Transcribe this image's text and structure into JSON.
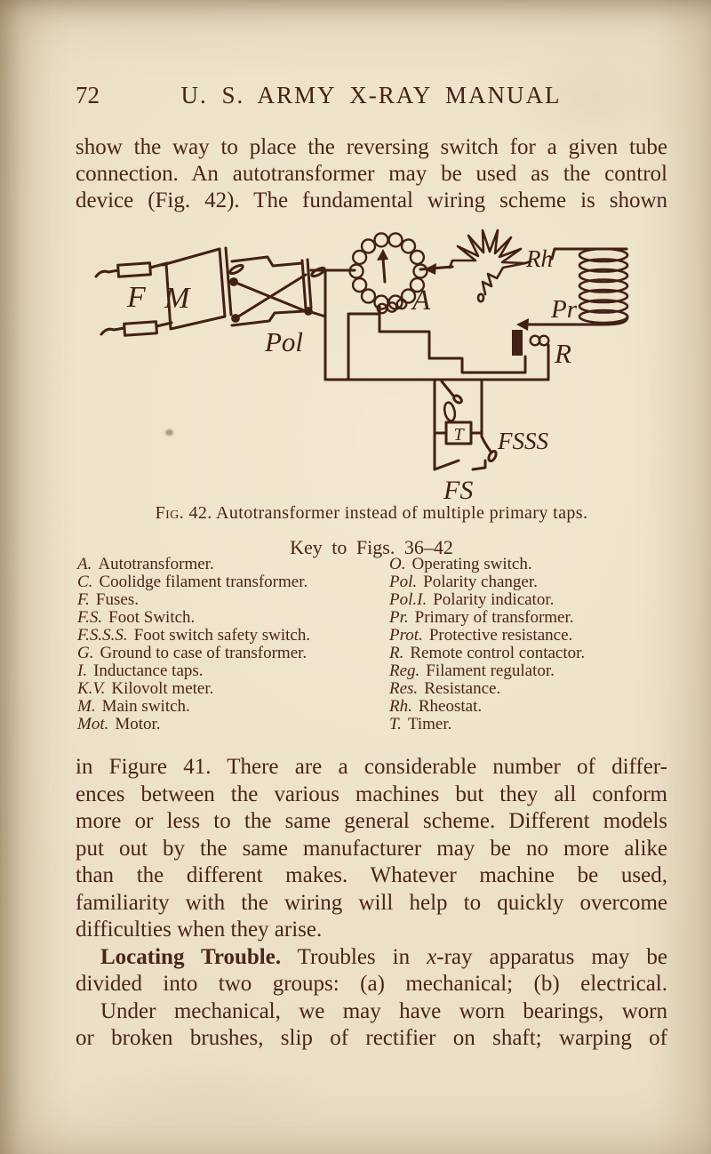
{
  "header": {
    "page_number": "72",
    "title": "U. S. ARMY X-RAY MANUAL"
  },
  "intro_paragraph": {
    "lines": [
      "show the way to place the reversing switch for a given tube",
      "connection. An autotransformer may be used as the control",
      "device (Fig. 42). The fundamental wiring scheme is shown"
    ]
  },
  "figure": {
    "caption_label": "Fig. 42.",
    "caption_text": "Autotransformer instead of multiple primary taps.",
    "labels": {
      "fuses": "F",
      "main_switch": "M",
      "polarity_changer": "Pol",
      "autotransformer": "A",
      "rheostat": "Rh",
      "primary": "Pr",
      "remote_contactor": "R",
      "timer": "T",
      "foot_switch_safety_switch": "FSSS",
      "foot_switch": "FS"
    }
  },
  "key": {
    "heading": "Key to Figs. 36–42",
    "left": [
      {
        "abbr": "A.",
        "desc": "Autotransformer."
      },
      {
        "abbr": "C.",
        "desc": "Coolidge filament transformer."
      },
      {
        "abbr": "F.",
        "desc": "Fuses."
      },
      {
        "abbr": "F.S.",
        "desc": "Foot Switch."
      },
      {
        "abbr": "F.S.S.S.",
        "desc": "Foot switch safety switch."
      },
      {
        "abbr": "G.",
        "desc": "Ground to case of transformer."
      },
      {
        "abbr": "I.",
        "desc": "Inductance taps."
      },
      {
        "abbr": "K.V.",
        "desc": "Kilovolt meter."
      },
      {
        "abbr": "M.",
        "desc": "Main switch."
      },
      {
        "abbr": "Mot.",
        "desc": "Motor."
      }
    ],
    "right": [
      {
        "abbr": "O.",
        "desc": "Operating switch."
      },
      {
        "abbr": "Pol.",
        "desc": "Polarity changer."
      },
      {
        "abbr": "Pol.I.",
        "desc": "Polarity indicator."
      },
      {
        "abbr": "Pr.",
        "desc": "Primary of transformer."
      },
      {
        "abbr": "Prot.",
        "desc": "Protective resistance."
      },
      {
        "abbr": "R.",
        "desc": "Remote control contactor."
      },
      {
        "abbr": "Reg.",
        "desc": "Filament regulator."
      },
      {
        "abbr": "Res.",
        "desc": "Resistance."
      },
      {
        "abbr": "Rh.",
        "desc": "Rheostat."
      },
      {
        "abbr": "T.",
        "desc": "Timer."
      }
    ]
  },
  "body": {
    "continuation_lines": [
      "in Figure 41. There are a considerable number of differ-",
      "ences between the various machines but they all conform",
      "more or less to the same general scheme. Different models",
      "put out by the same manufacturer may be no more alike",
      "than the different makes. Whatever machine be used,",
      "familiarity with the wiring will help to quickly overcome",
      "difficulties when they arise."
    ],
    "locating": {
      "lead": "Locating Trouble.",
      "pre": " Troubles in ",
      "italic_x": "x",
      "post": "-ray apparatus may be",
      "line2": "divided into two groups: (a) mechanical; (b) electrical."
    },
    "mechanical": {
      "line1": "Under mechanical, we may have worn bearings, worn",
      "line2": "or broken brushes, slip of rectifier on shaft; warping of"
    }
  },
  "colors": {
    "paper": "#e9dcc2",
    "ink": "#4a241c"
  }
}
